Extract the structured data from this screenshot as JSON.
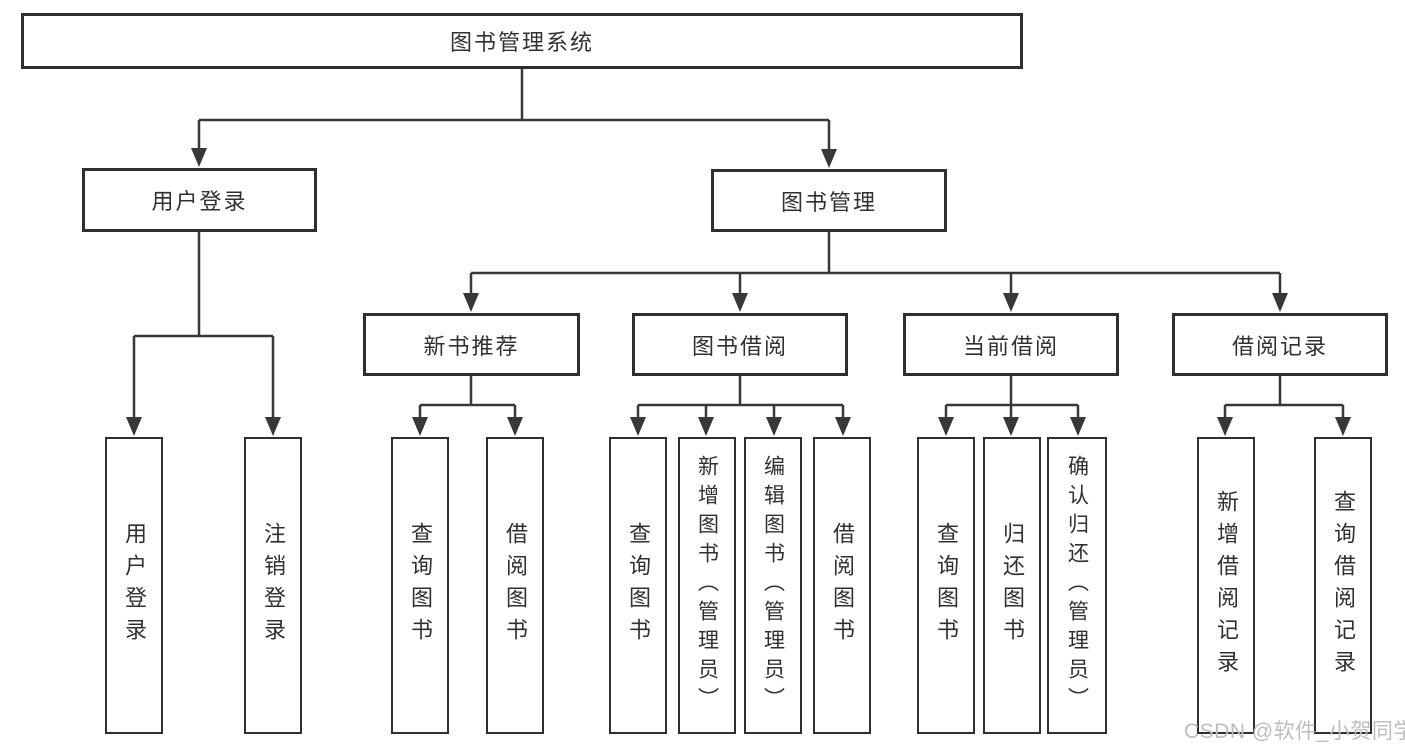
{
  "diagram": {
    "root": "图书管理系统",
    "branches": [
      {
        "label": "用户登录",
        "children": [
          "用户登录",
          "注销登录"
        ]
      },
      {
        "label": "图书管理",
        "children": [
          {
            "label": "新书推荐",
            "children": [
              "查询图书",
              "借阅图书"
            ]
          },
          {
            "label": "图书借阅",
            "children": [
              "查询图书",
              "新增图书（管理员）",
              "编辑图书（管理员）",
              "借阅图书"
            ]
          },
          {
            "label": "当前借阅",
            "children": [
              "查询图书",
              "归还图书",
              "确认归还（管理员）"
            ]
          },
          {
            "label": "借阅记录",
            "children": [
              "新增借阅记录",
              "查询借阅记录"
            ]
          }
        ]
      }
    ]
  },
  "watermark": {
    "text": "CSDN @软件_小贺同学"
  },
  "colors": {
    "background": "#ffffff",
    "box_border": "#2f2f2f",
    "line": "#383838",
    "text": "#303030",
    "watermark": "#bdbdbd"
  }
}
